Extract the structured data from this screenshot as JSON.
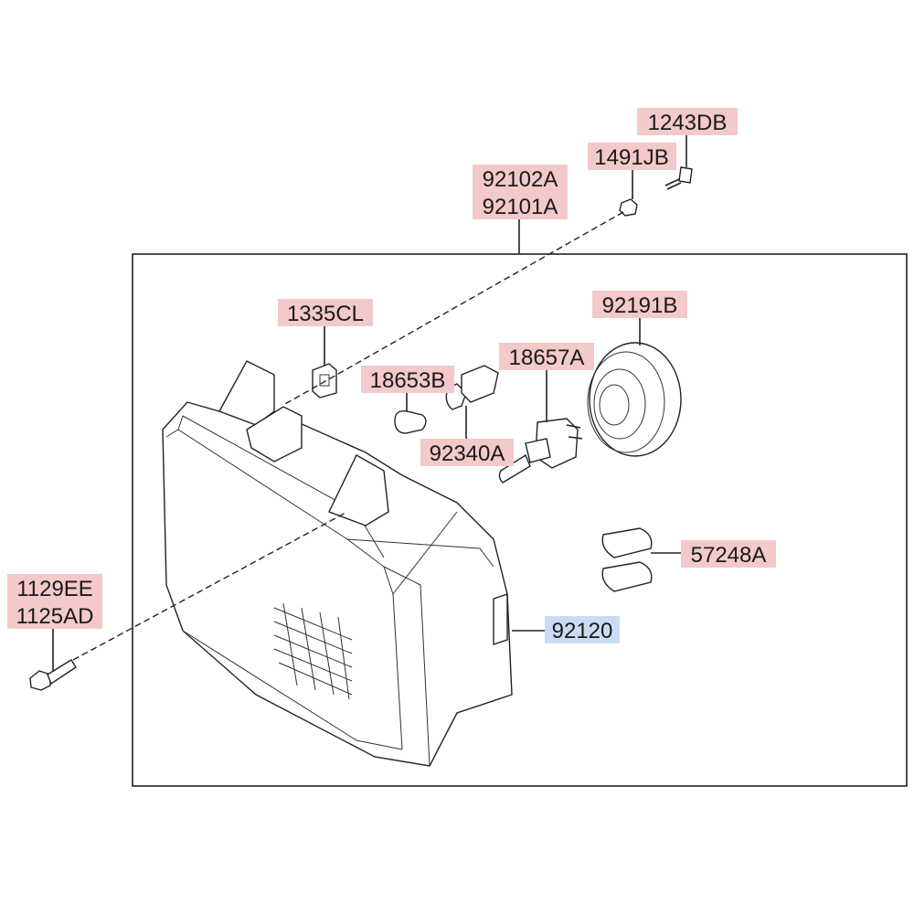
{
  "callouts": {
    "p1243db": "1243DB",
    "p1491jb": "1491JB",
    "p92102a": "92102A",
    "p92101a": "92101A",
    "p1335cl": "1335CL",
    "p92191b": "92191B",
    "p18653b": "18653B",
    "p18657a": "18657A",
    "p92340a": "92340A",
    "p57248a": "57248A",
    "p1129ee": "1129EE",
    "p1125ad": "1125AD",
    "p92120": "92120"
  },
  "colors": {
    "callout_default": "#f3c9c9",
    "callout_highlight": "#c9dcf3",
    "line": "#222222"
  }
}
